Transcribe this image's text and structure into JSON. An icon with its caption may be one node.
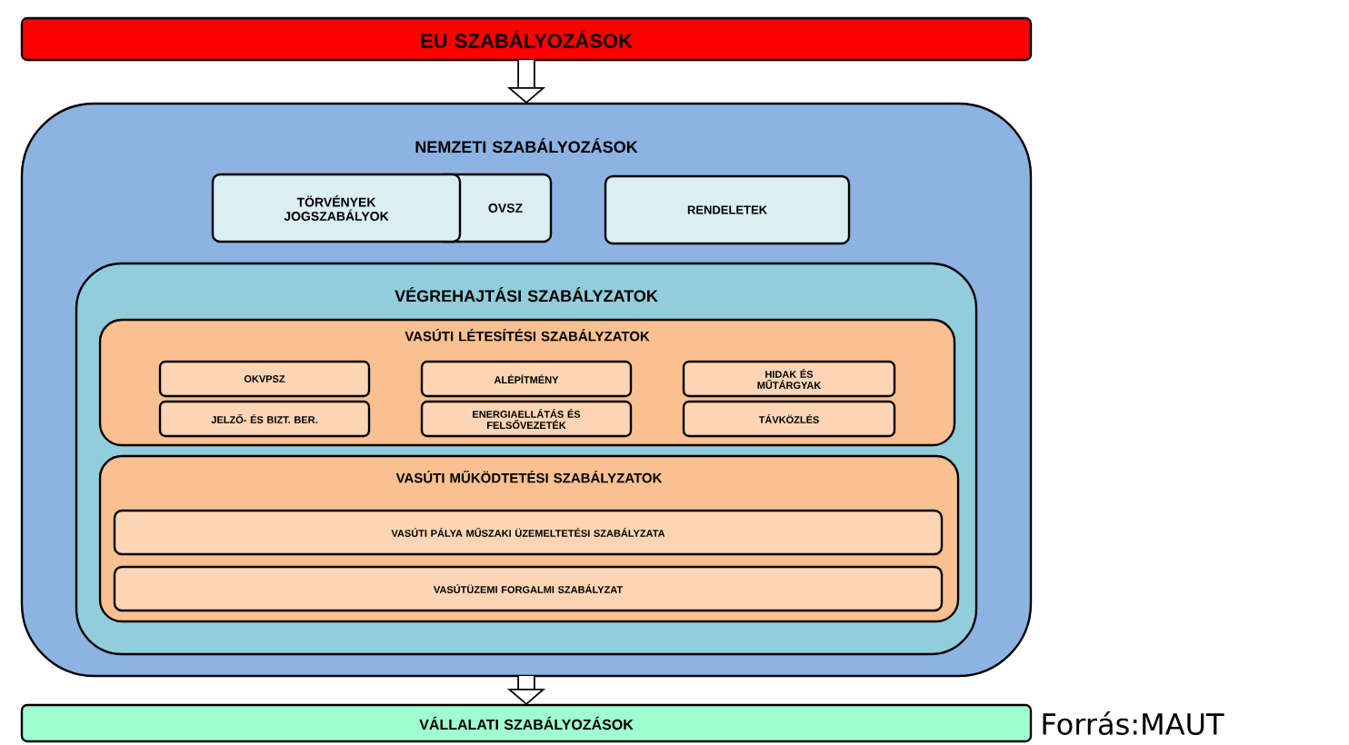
{
  "diagram": {
    "nodes": [
      {
        "text": [
          "EU SZABÁLYOZÁSOK"
        ]
      },
      {
        "text": [
          "NEMZETI SZABÁLYOZÁSOK"
        ]
      },
      {
        "text": [
          "TÖRVÉNYEK JOGSZABÁLYOK"
        ],
        "in": 1
      },
      {
        "text": [
          "OVSZ"
        ],
        "in": 1
      },
      {
        "text": [
          "RENDELETEK"
        ],
        "in": 1
      },
      {
        "text": [
          "VÉGREHAJTÁSI SZABÁLYZATOK"
        ],
        "in": 1
      },
      {
        "text": [
          "VASÚTI LÉTESÍTÉSI SZABÁLYZATOK"
        ],
        "in": 5
      },
      {
        "text": [
          "OKVPSZ"
        ],
        "in": 6
      },
      {
        "text": [
          "ALÉPÍTMÉNY"
        ],
        "in": 6
      },
      {
        "text": [
          "HIDAK ÉS MŰTÁRGYAK"
        ],
        "in": 6
      },
      {
        "text": [
          "JELZŐ- ÉS BIZT. BER."
        ],
        "in": 6
      },
      {
        "text": [
          "ENERGIAELLÁTÁS ÉS FELSŐVEZETÉK"
        ],
        "in": 6
      },
      {
        "text": [
          "TÁVKÖZLÉS"
        ],
        "in": 6
      },
      {
        "text": [
          "VASÚTI MŰKÖDTETÉSI SZABÁLYZATOK"
        ],
        "in": 5
      },
      {
        "text": [
          "VASÚTI PÁLYA MŰSZAKI ÜZEMELTETÉSI SZABÁLYZATA"
        ],
        "in": 13
      },
      {
        "text": [
          "VASÚTÜZEMI FORGALMI SZABÁLYZAT"
        ],
        "in": 13
      },
      {
        "text": [
          "VÁLLALATI SZABÁLYOZÁSOK"
        ]
      }
    ],
    "edges": [
      {
        "from": 0,
        "to": 1,
        "arrow": "to"
      },
      {
        "from": 1,
        "to": 16,
        "arrow": "to"
      }
    ],
    "labels": [
      "Forrás:MAUT"
    ]
  }
}
